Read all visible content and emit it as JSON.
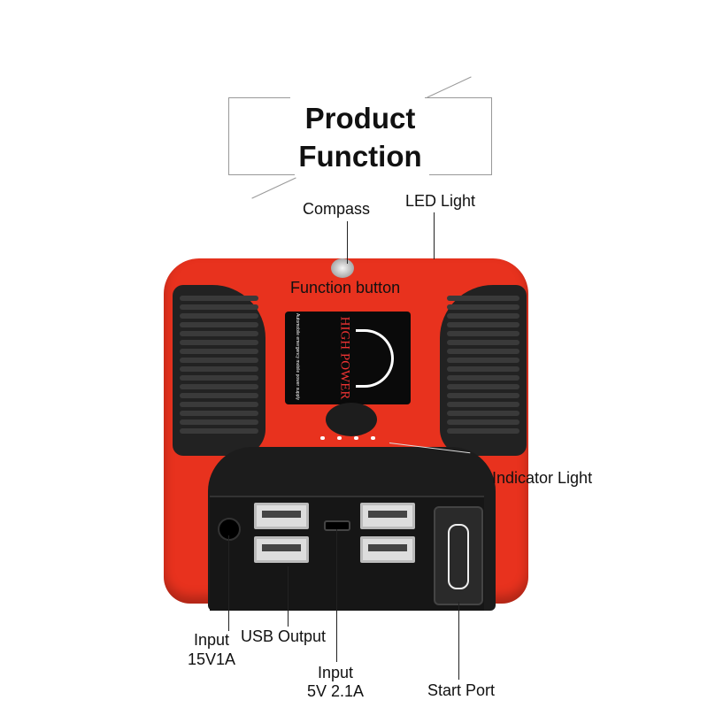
{
  "title": {
    "line1": "Product",
    "line2": "Function"
  },
  "labels": {
    "compass": "Compass",
    "led_light": "LED Light",
    "function_button": "Function button",
    "indicator_light": "Indicator Light",
    "input_15v_line1": "Input",
    "input_15v_line2": "15V1A",
    "usb_output": "USB Output",
    "input_5v_line1": "Input",
    "input_5v_line2": "5V 2.1A",
    "start_port": "Start Port"
  },
  "device": {
    "brand": "HIGH POWER",
    "tagline": "Automobile emergency mobile power supply",
    "colors": {
      "body": "#e8321e",
      "panel": "#1c1c1c"
    }
  }
}
